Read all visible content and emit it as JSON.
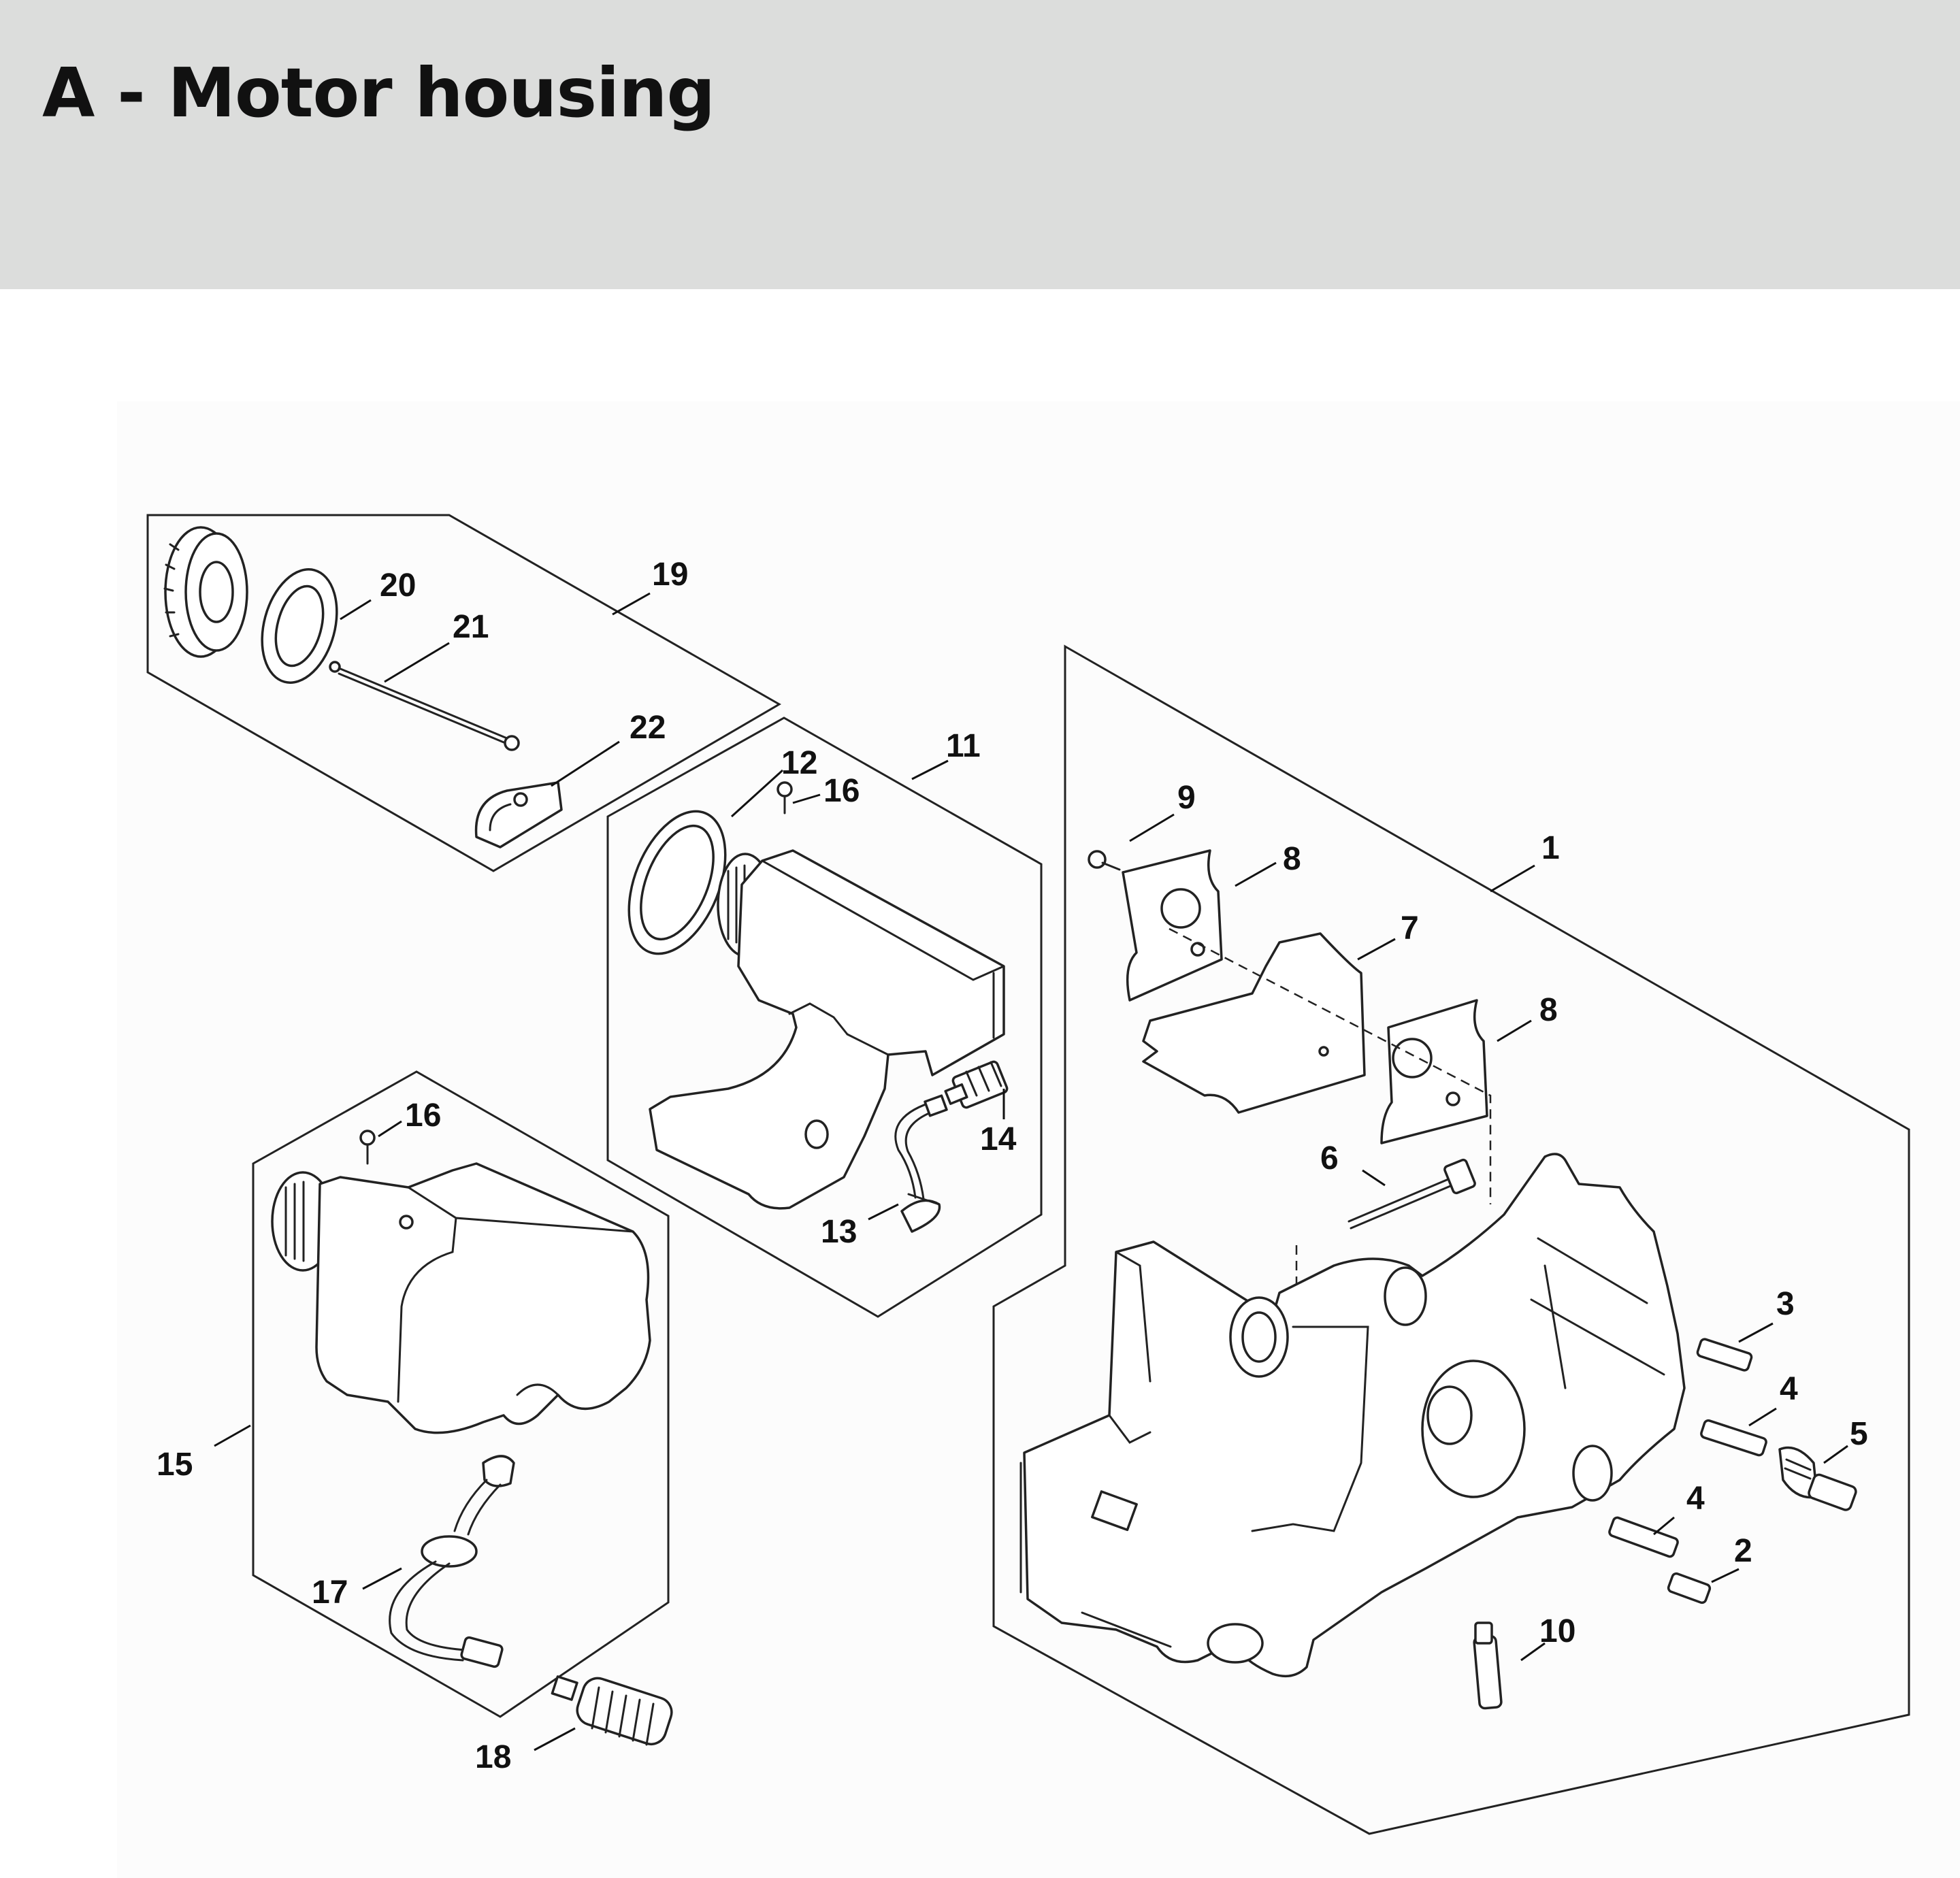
{
  "page": {
    "title": "A - Motor housing"
  },
  "diagram": {
    "callouts": [
      {
        "id": "c1",
        "label": "1"
      },
      {
        "id": "c2",
        "label": "2"
      },
      {
        "id": "c3",
        "label": "3"
      },
      {
        "id": "c4a",
        "label": "4"
      },
      {
        "id": "c4b",
        "label": "4"
      },
      {
        "id": "c5",
        "label": "5"
      },
      {
        "id": "c6",
        "label": "6"
      },
      {
        "id": "c7",
        "label": "7"
      },
      {
        "id": "c8a",
        "label": "8"
      },
      {
        "id": "c8b",
        "label": "8"
      },
      {
        "id": "c9",
        "label": "9"
      },
      {
        "id": "c10",
        "label": "10"
      },
      {
        "id": "c11",
        "label": "11"
      },
      {
        "id": "c12",
        "label": "12"
      },
      {
        "id": "c13",
        "label": "13"
      },
      {
        "id": "c14",
        "label": "14"
      },
      {
        "id": "c15",
        "label": "15"
      },
      {
        "id": "c16a",
        "label": "16"
      },
      {
        "id": "c16b",
        "label": "16"
      },
      {
        "id": "c17",
        "label": "17"
      },
      {
        "id": "c18",
        "label": "18"
      },
      {
        "id": "c19",
        "label": "19"
      },
      {
        "id": "c20",
        "label": "20"
      },
      {
        "id": "c21",
        "label": "21"
      },
      {
        "id": "c22",
        "label": "22"
      }
    ]
  }
}
